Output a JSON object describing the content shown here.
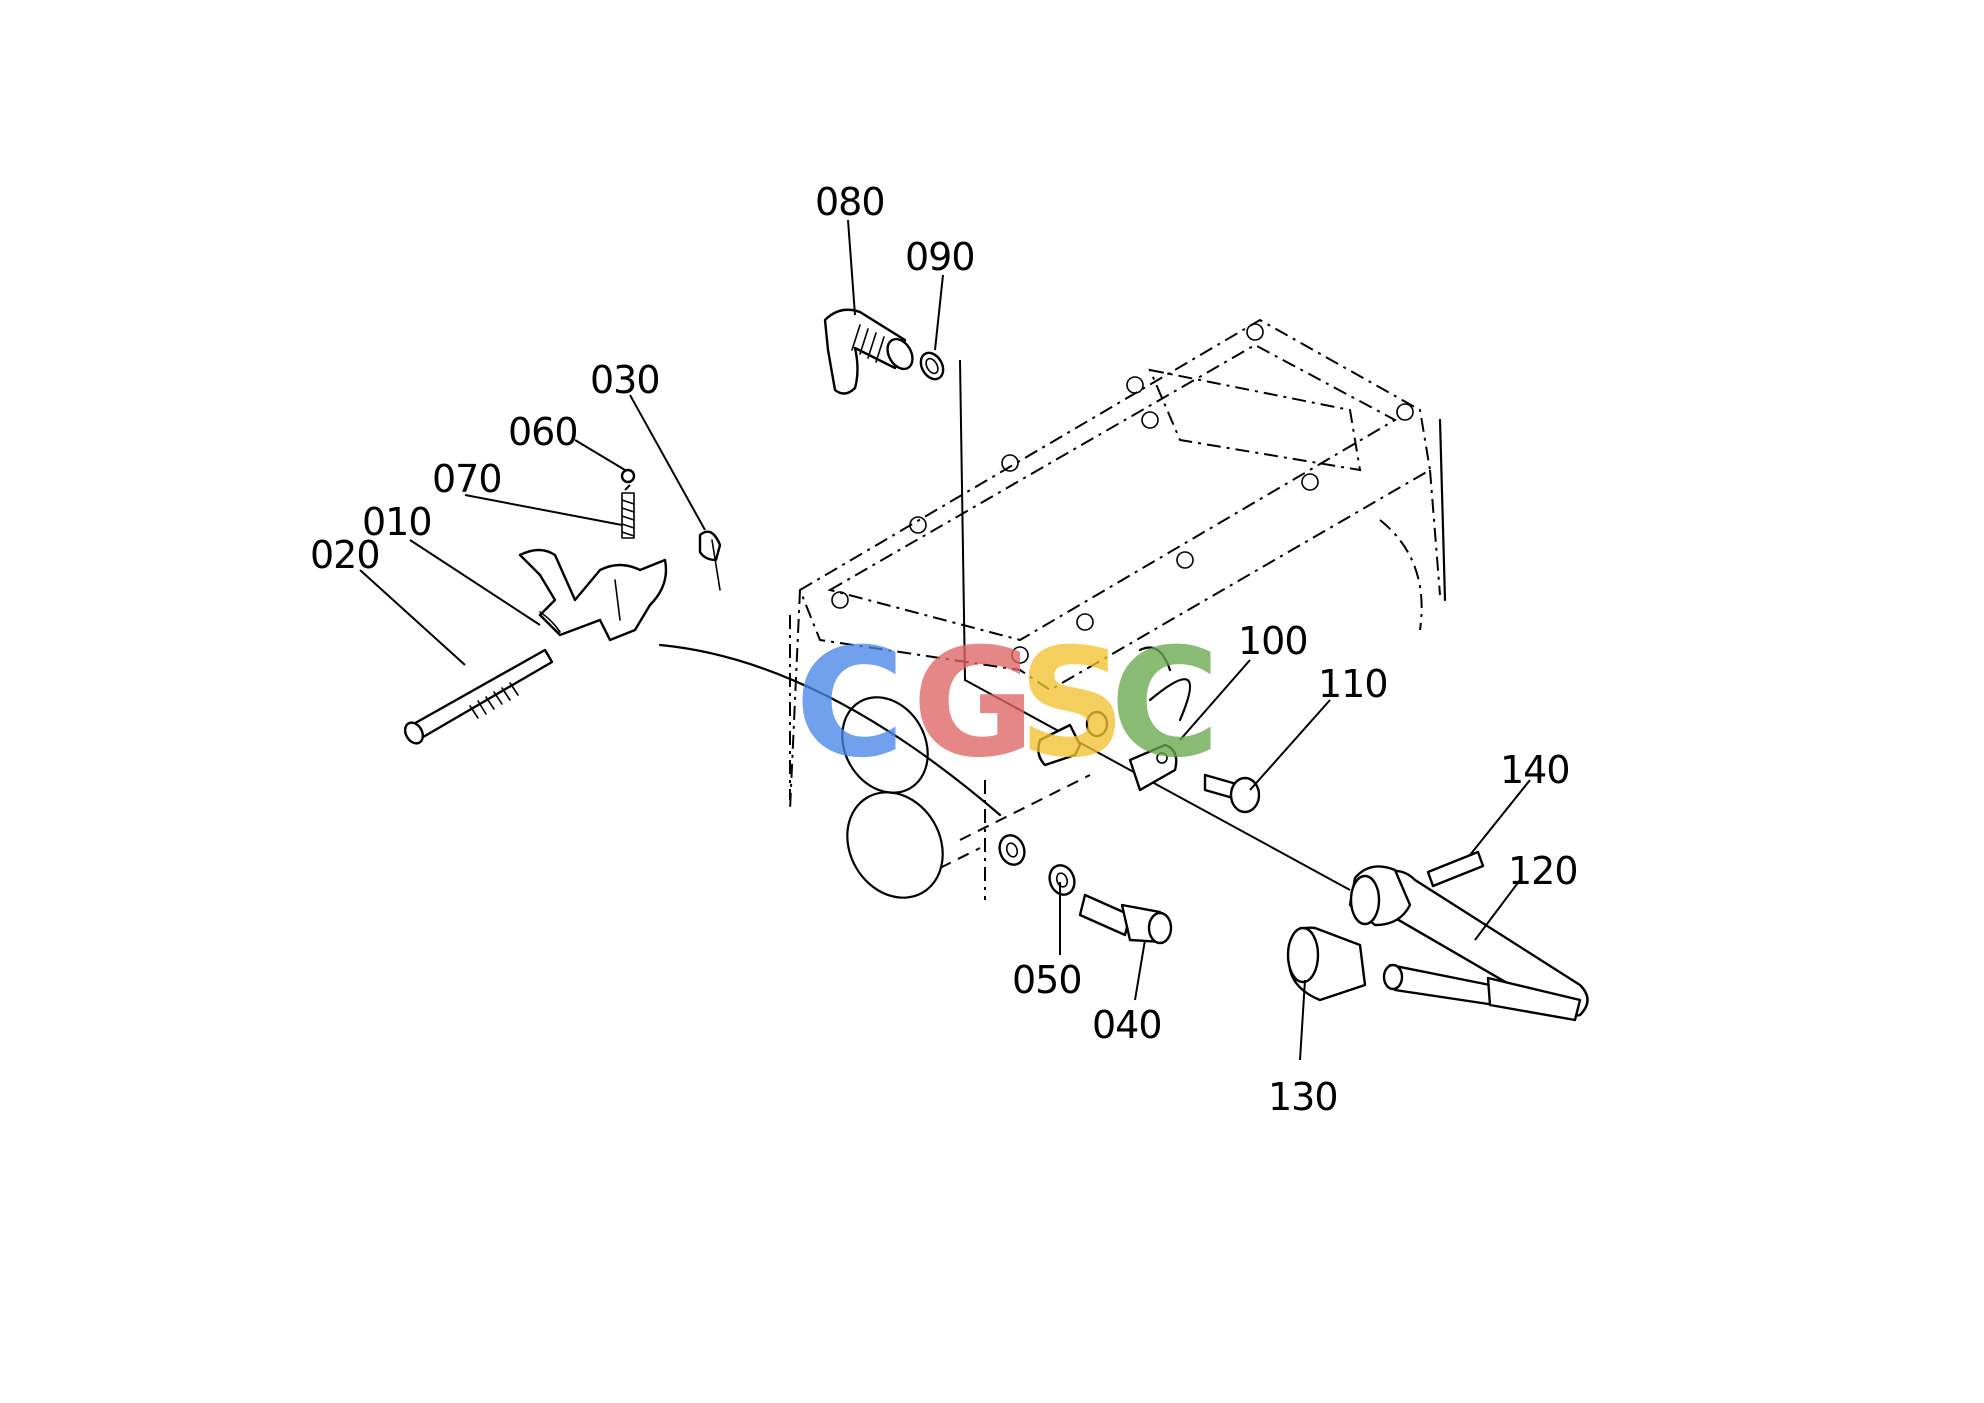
{
  "callouts": {
    "p010": "010",
    "p020": "020",
    "p030": "030",
    "p040": "040",
    "p050": "050",
    "p060": "060",
    "p070": "070",
    "p080": "080",
    "p090": "090",
    "p100": "100",
    "p110": "110",
    "p120": "120",
    "p130": "130",
    "p140": "140"
  },
  "watermark": {
    "letters": [
      "C",
      "G",
      "S",
      "C"
    ],
    "colors": [
      "#4a86e8",
      "#e06666",
      "#f1c232",
      "#6aa84f"
    ]
  }
}
